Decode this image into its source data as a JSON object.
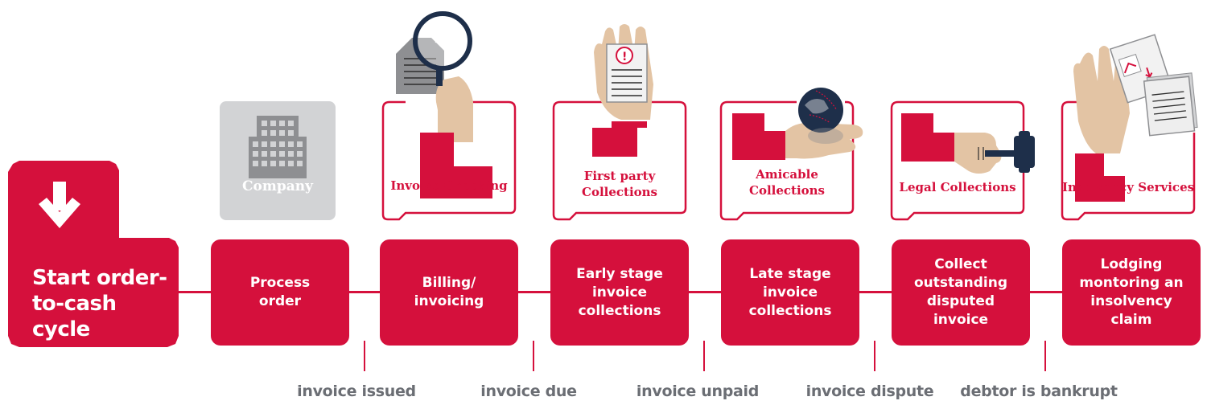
{
  "start": {
    "label": "Start order-to-cash cycle",
    "icon": "down-arrow-icon"
  },
  "company": {
    "label": "Company",
    "icon": "building-icon"
  },
  "steps": [
    {
      "label": "Process\norder"
    },
    {
      "label": "Billing/\ninvoicing"
    },
    {
      "label": "Early stage\ninvoice\ncollections"
    },
    {
      "label": "Late stage\ninvoice\ncollections"
    },
    {
      "label": "Collect\noutstanding\ndisputed\ninvoice"
    },
    {
      "label": "Lodging\nmontoring an\ninsolvency\nclaim"
    }
  ],
  "services": [
    {
      "label": "Invoice Checking",
      "icon": "magnifier-document-icon"
    },
    {
      "label": "First party\nCollections",
      "icon": "hand-warning-document-icon"
    },
    {
      "label": "Amicable\nCollections",
      "icon": "hand-globe-icon"
    },
    {
      "label": "Legal Collections",
      "icon": "hand-gavel-icon"
    },
    {
      "label": "Insolvency Services",
      "icon": "hand-documents-icon"
    }
  ],
  "events": [
    {
      "label": "invoice issued"
    },
    {
      "label": "invoice due"
    },
    {
      "label": "invoice unpaid"
    },
    {
      "label": "invoice dispute"
    },
    {
      "label": "debtor is bankrupt"
    }
  ],
  "colors": {
    "brand_red": "#d5103c",
    "muted_gray": "#d2d3d5",
    "event_text": "#6b6e74",
    "skin": "#e3c4a4",
    "navy": "#1e2f4a"
  }
}
